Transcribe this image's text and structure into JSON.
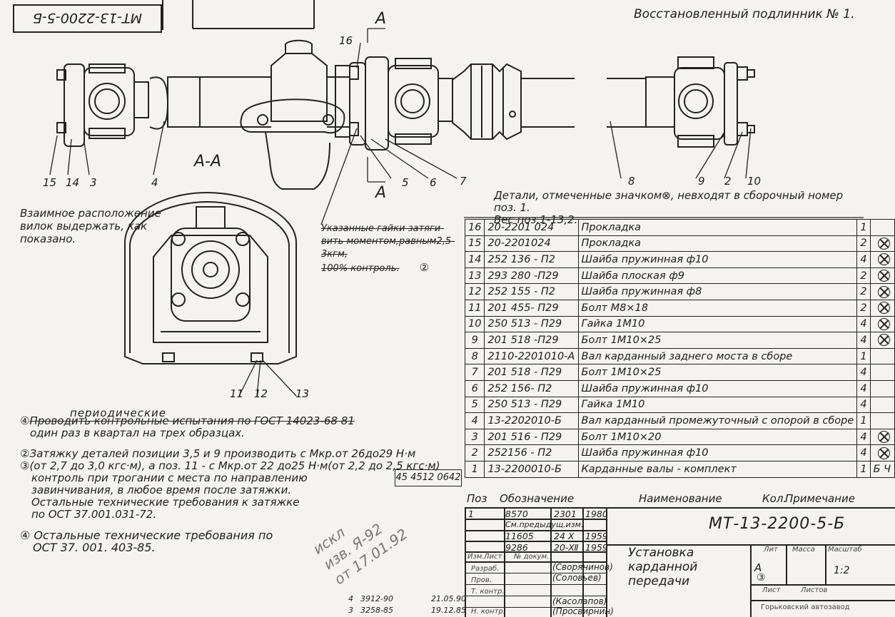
{
  "header": {
    "rotated_code": "МТ-13-2200-5-Б",
    "restored_original": "Восстановленный подлинник № 1."
  },
  "drawing": {
    "section_marks": [
      "А",
      "А"
    ],
    "section_title": "А-А",
    "callouts_top": [
      "16"
    ],
    "callouts_bottom_left": [
      "15",
      "14",
      "3",
      "4"
    ],
    "callouts_bottom_mid": [
      "5",
      "6",
      "7"
    ],
    "callouts_bottom_right": [
      "8",
      "9",
      "2",
      "10"
    ],
    "callouts_section": [
      "11",
      "12",
      "13"
    ]
  },
  "notes": {
    "fork_position": "Взаимное расположение вилок выдержать, как показано.",
    "struck_note_lines": [
      "Указанные гайки затяги-",
      "вить моментом,равным2,5-3кгм,",
      "100% контроль."
    ],
    "struck_note_ref": "②",
    "excluded_items": "Детали, отмеченные значком⊗, невходят в сборочный номер поз. 1.",
    "weight": "Вес поз.1-13,2."
  },
  "spec_table": {
    "rows": [
      {
        "pos": "16",
        "code": "20-2201 024",
        "name": "Прокладка",
        "qty": "1",
        "note": "",
        "mark": false
      },
      {
        "pos": "15",
        "code": "20-2201024",
        "name": "Прокладка",
        "qty": "2",
        "note": "",
        "mark": true
      },
      {
        "pos": "14",
        "code": "252 136 - П2",
        "name": "Шайба пружинная ф10",
        "qty": "4",
        "note": "",
        "mark": true
      },
      {
        "pos": "13",
        "code": "293 280 -П29",
        "name": "Шайба плоская ф9",
        "qty": "2",
        "note": "",
        "mark": true
      },
      {
        "pos": "12",
        "code": "252 155 - П2",
        "name": "Шайба пружинная ф8",
        "qty": "2",
        "note": "",
        "mark": true
      },
      {
        "pos": "11",
        "code": "201 455- П29",
        "name": "Болт М8×18",
        "qty": "2",
        "note": "",
        "mark": true
      },
      {
        "pos": "10",
        "code": "250 513 - П29",
        "name": "Гайка 1М10",
        "qty": "4",
        "note": "",
        "mark": true
      },
      {
        "pos": "9",
        "code": "201 518 -П29",
        "name": "Болт 1М10×25",
        "qty": "4",
        "note": "",
        "mark": true
      },
      {
        "pos": "8",
        "code": "2110-2201010-А",
        "name": "Вал карданный заднего моста в сборе",
        "qty": "1",
        "note": "",
        "mark": false
      },
      {
        "pos": "7",
        "code": "201 518 - П29",
        "name": "Болт 1М10×25",
        "qty": "4",
        "note": "",
        "mark": false
      },
      {
        "pos": "6",
        "code": "252 156- П2",
        "name": "Шайба пружинная ф10",
        "qty": "4",
        "note": "",
        "mark": false
      },
      {
        "pos": "5",
        "code": "250 513 - П29",
        "name": "Гайка 1М10",
        "qty": "4",
        "note": "",
        "mark": false
      },
      {
        "pos": "4",
        "code": "13-2202010-Б",
        "name": "Вал карданный промежуточный с опорой в сборе",
        "qty": "1",
        "note": "",
        "mark": false
      },
      {
        "pos": "3",
        "code": "201 516 - П29",
        "name": "Болт 1М10×20",
        "qty": "4",
        "note": "",
        "mark": true
      },
      {
        "pos": "2",
        "code": "252156 - П2",
        "name": "Шайба пружинная ф10",
        "qty": "4",
        "note": "",
        "mark": true
      },
      {
        "pos": "1",
        "code": "13-2200010-Б",
        "name": "Карданные валы - комплект",
        "qty": "1",
        "note": "Б Ч",
        "mark": false
      }
    ],
    "doc_number": "45 4512 0642",
    "headers": {
      "pos": "Поз",
      "code": "Обозначение",
      "name": "Наименование",
      "qty": "Кол.",
      "note": "Примечание"
    }
  },
  "requirements": {
    "periodic": "периодические",
    "r4_prefix": "④",
    "r4_struck": "Проводить контрольные испытания по ГОСТ 14023-68 81",
    "r4_rest": "один раз в квартал на трех образцах.",
    "r2": "②Затяжку деталей позиции 3,5 и 9 производить с Мкр.от 26до29 Н·м",
    "r3": "③(от 2,7 до 3,0 кгс·м), а поз. 11 - с Мкр.от 22 до25 Н·м(от 2,2 до 2,5 кгс·м)",
    "r3b": "контроль при трогании с места по направлению",
    "r3c": "завинчивания, в любое время после затяжки.",
    "r3d": "Остальные технические требования к затяжке",
    "r3e": "по ОСТ 37.001.031-72.",
    "r4b": "④ Остальные технические требования по",
    "r4c": "ОСТ 37. 001. 403-85."
  },
  "title_block": {
    "code": "МТ-13-2200-5-Б",
    "product": [
      "Установка",
      "карданной",
      "передачи"
    ],
    "changes": [
      {
        "a": "1",
        "b": "8570",
        "c": "2301",
        "d": "1980"
      },
      {
        "a": "",
        "b": "См.предыдущ.изм.",
        "c": "",
        "d": ""
      },
      {
        "a": "",
        "b": "11605",
        "c": "24 Х",
        "d": "1959"
      },
      {
        "a": "",
        "b": "9286",
        "c": "20-Ⅻ",
        "d": "1959"
      }
    ],
    "labels": {
      "izm": "Изм.",
      "list": "Лист",
      "doc": "№ докум.",
      "razrab": "Разраб.",
      "prov": "Пров.",
      "tkontr": "Т. контр.",
      "nkontr": "Н. контр."
    },
    "people": [
      "(Сворянинов)",
      "(Соловьев)",
      "(Касолапов)",
      "(Просвирнин)"
    ],
    "lit": "Лит",
    "mass": "Масса",
    "scale": "Масштаб",
    "lit_value": "А",
    "scale_value": "1:2",
    "mark_value": "③",
    "sheet": "Лист",
    "sheets": "Листов",
    "plant": "Горьковский автозавод",
    "bottom_rows": [
      {
        "a": "4",
        "b": "3912-90",
        "d": "21.05.90"
      },
      {
        "a": "3",
        "b": "3258-85",
        "d": "19.12.85"
      }
    ]
  },
  "handwritten_stamp": [
    "искл",
    "изв. Я-92",
    "от 17.01.92"
  ]
}
